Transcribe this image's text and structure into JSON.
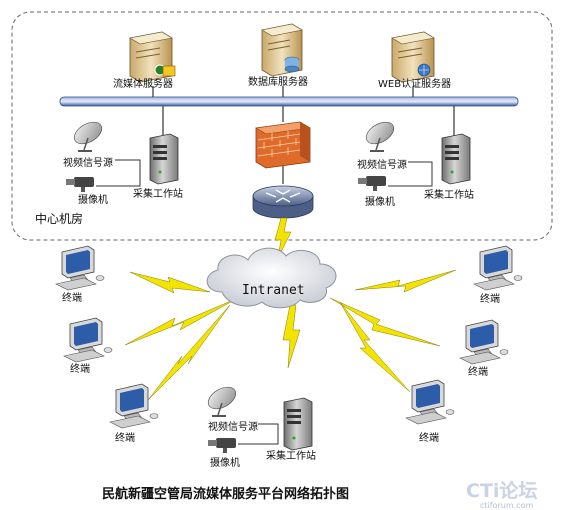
{
  "diagram": {
    "caption": "民航新疆空管局流媒体服务平台网络拓扑图",
    "center_room_label": "中心机房",
    "cloud_label": "Intranet",
    "servers": [
      {
        "label": "流媒体服务器"
      },
      {
        "label": "数据库服务器"
      },
      {
        "label": "WEB认证服务器"
      }
    ],
    "stations": [
      {
        "source_label": "视频信号源",
        "camera_label": "摄像机",
        "workstation_label": "采集工作站"
      },
      {
        "source_label": "视频信号源",
        "camera_label": "摄像机",
        "workstation_label": "采集工作站"
      },
      {
        "source_label": "视频信号源",
        "camera_label": "摄像机",
        "workstation_label": "采集工作站"
      }
    ],
    "terminals": [
      {
        "label": "终端"
      },
      {
        "label": "终端"
      },
      {
        "label": "终端"
      },
      {
        "label": "终端"
      },
      {
        "label": "终端"
      },
      {
        "label": "终端"
      }
    ],
    "icons": {
      "server": "server-icon",
      "firewall": "firewall-icon",
      "router": "router-icon",
      "dish": "satellite-dish-icon",
      "camera": "video-camera-icon",
      "workstation": "tower-workstation-icon",
      "terminal": "desktop-computer-icon"
    },
    "colors": {
      "backbone": "#3b5fa0",
      "firewall": "#e06a2a",
      "lightning": "#f2e300",
      "router": "#5a6f95"
    }
  },
  "watermark": {
    "brand": "CTi论坛",
    "url": "ctiforum.com"
  }
}
